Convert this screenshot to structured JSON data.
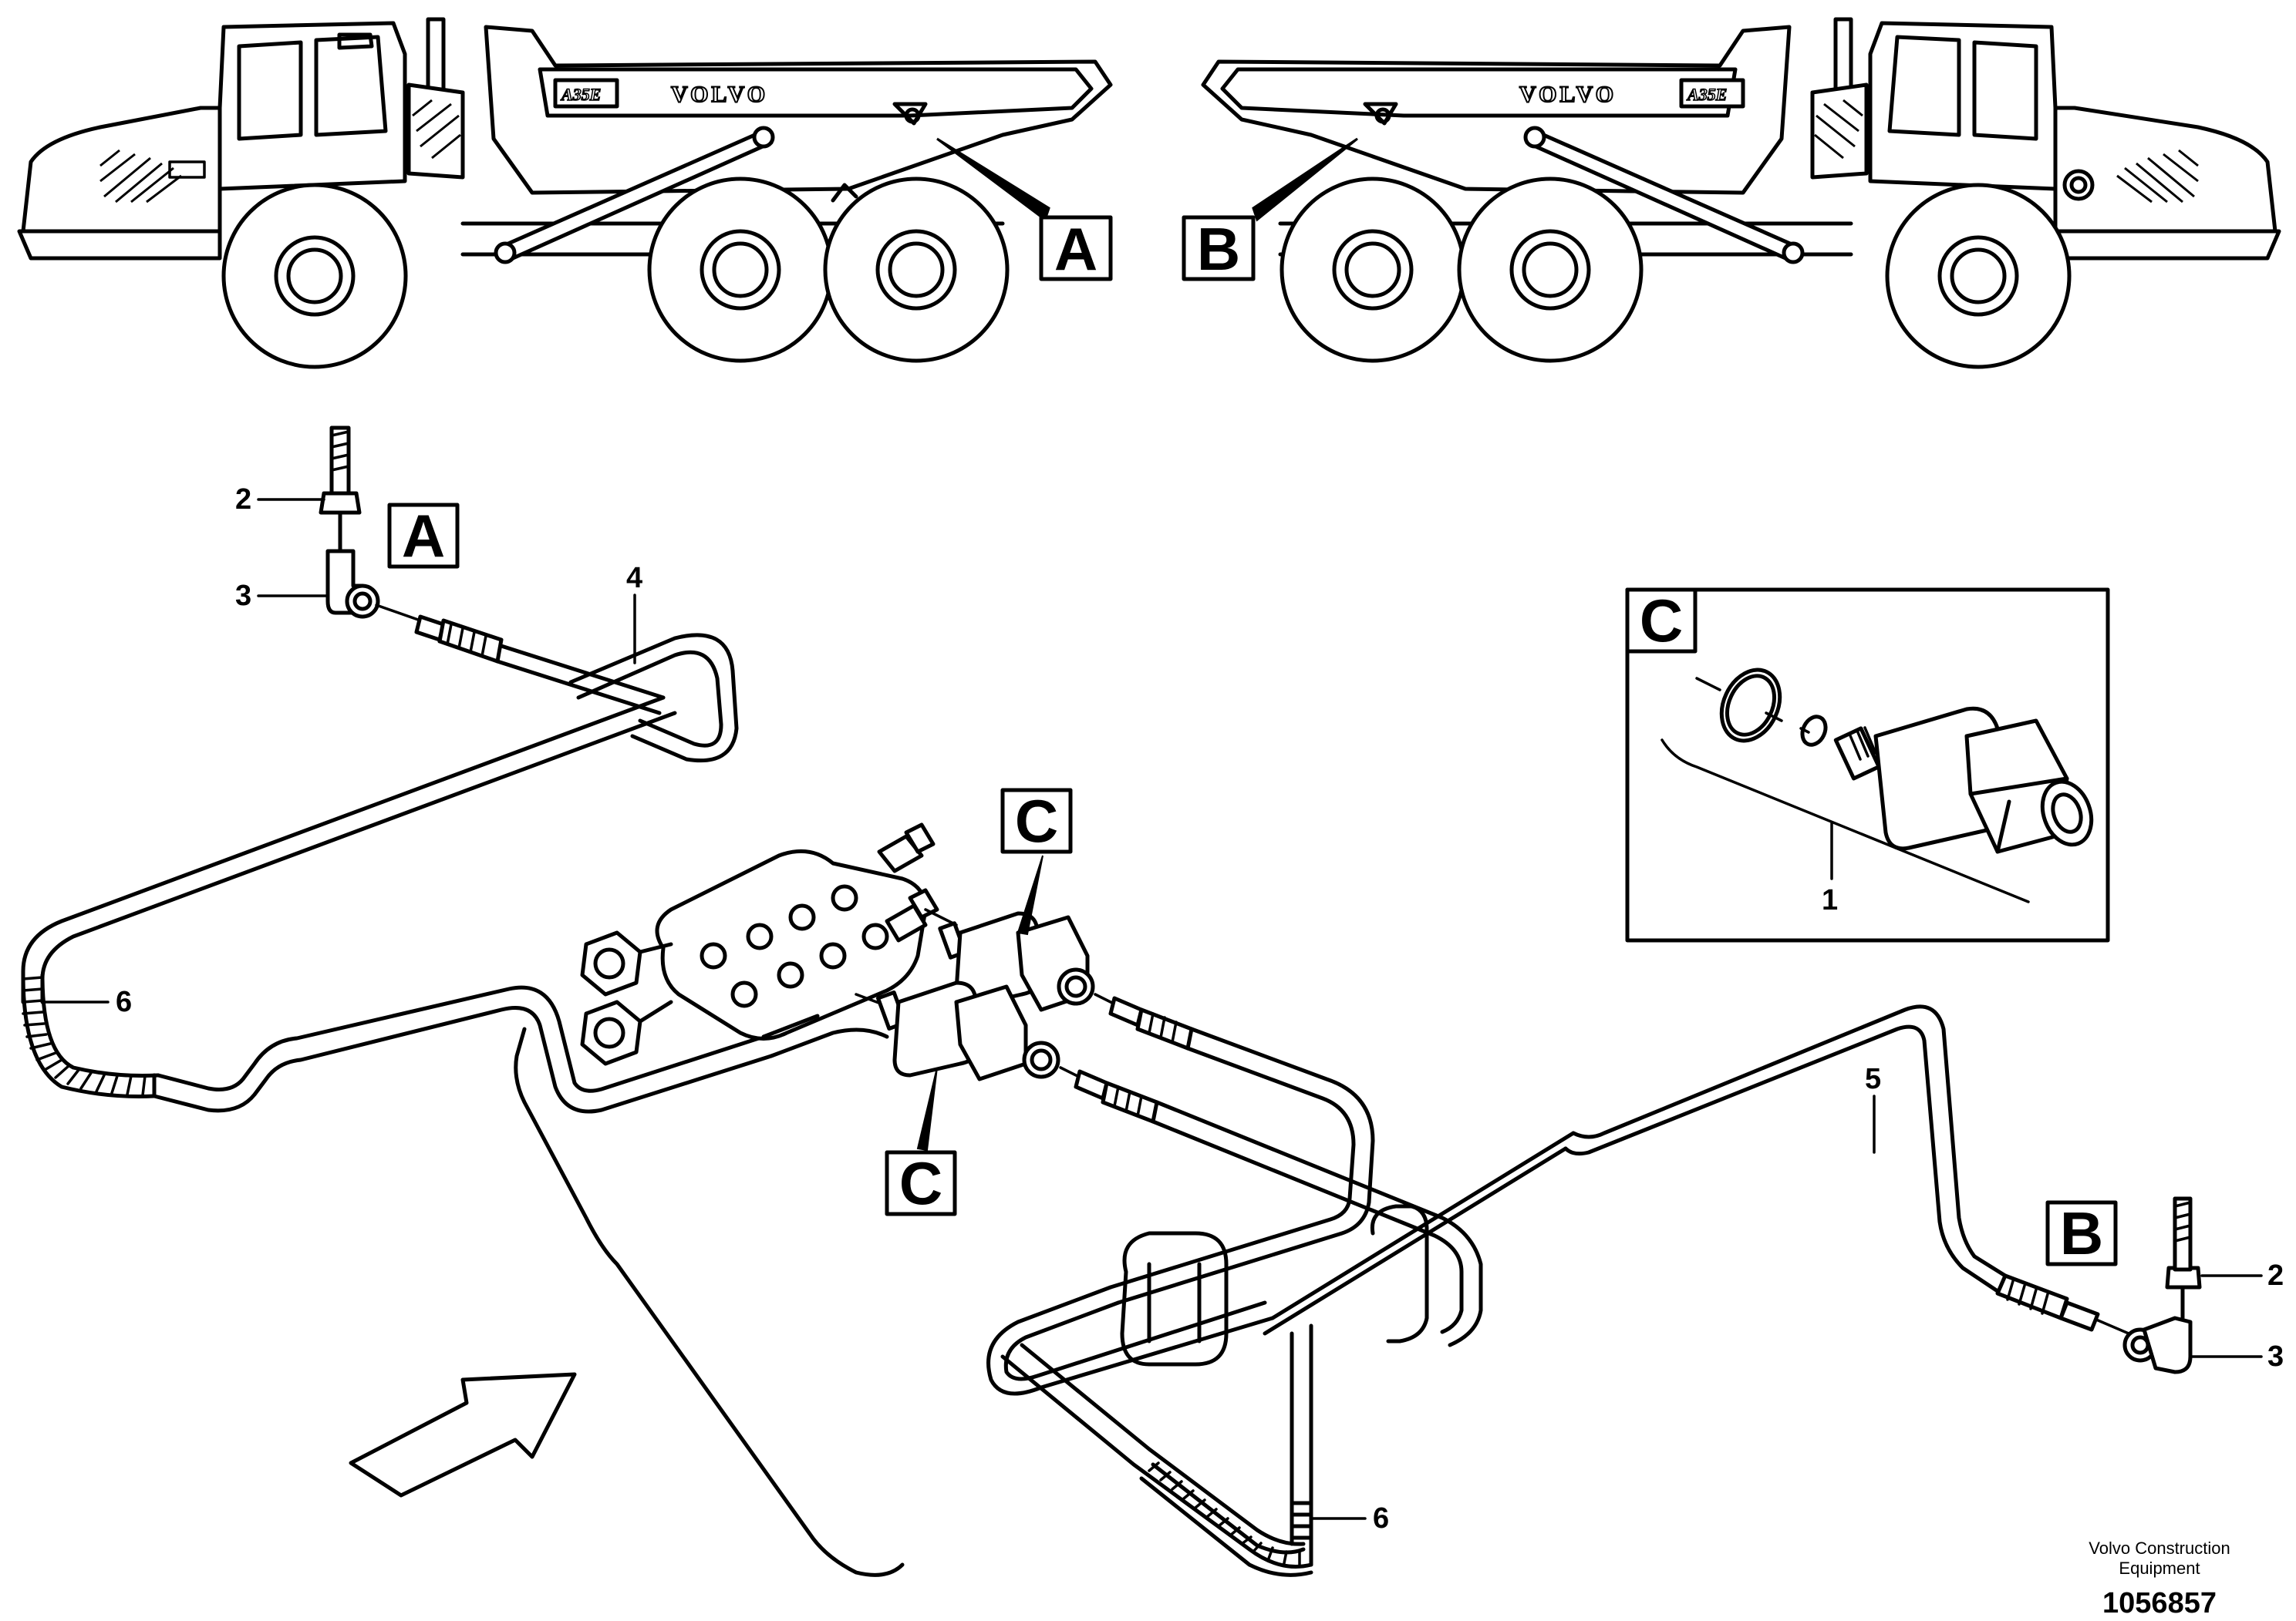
{
  "views": {
    "left_truck": {
      "decal_brand": "VOLVO",
      "decal_model": "A35E",
      "detail_label": "A"
    },
    "right_truck": {
      "decal_brand": "VOLVO",
      "decal_model": "A35E",
      "detail_label": "B"
    }
  },
  "detail_labels": {
    "A": "A",
    "B": "B",
    "C": "C"
  },
  "callouts": {
    "p1": "1",
    "p2": "2",
    "p3": "3",
    "p4": "4",
    "p5": "5",
    "p6": "6"
  },
  "footer": {
    "maker_line1": "Volvo Construction",
    "maker_line2": "Equipment",
    "document_number": "1056857"
  },
  "colors": {
    "line": "#000000",
    "background": "#ffffff"
  }
}
